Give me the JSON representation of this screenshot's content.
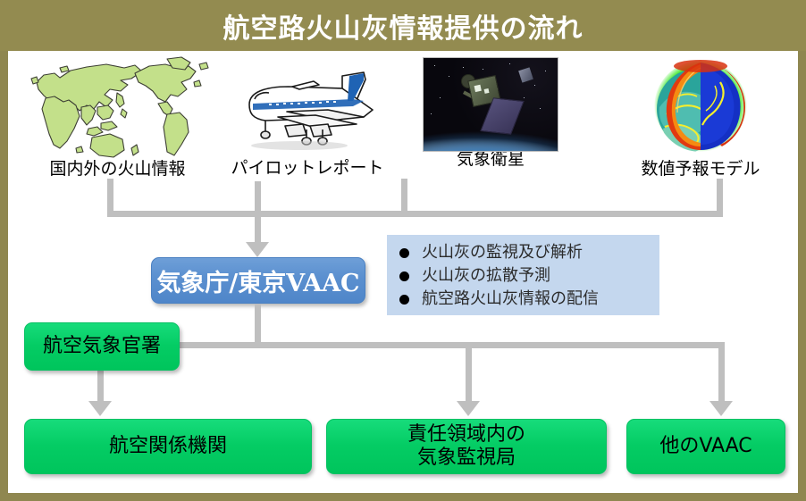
{
  "header": {
    "title": "航空路火山灰情報提供の流れ",
    "bar_color": "#938b50",
    "text_color": "#ffffff"
  },
  "theme": {
    "frame_color": "#938b50",
    "canvas_color": "#ffffff",
    "connector_color": "#bfbfbf",
    "green_box_color": "#04cc64",
    "blue_box_color": "#5a8fcf",
    "bullet_panel_color": "#c4d7ee",
    "map_land_color": "#c3e08a"
  },
  "sources": [
    {
      "id": "volcano-info",
      "label": "国内外の火山情報",
      "icon": "world-map-icon"
    },
    {
      "id": "pilot-report",
      "label": "パイロットレポート",
      "icon": "airplane-icon"
    },
    {
      "id": "weather-satellite",
      "label": "気象衛星",
      "icon": "satellite-photo-icon"
    },
    {
      "id": "numerical-model",
      "label": "数値予報モデル",
      "icon": "globe-model-icon"
    }
  ],
  "center": {
    "label": "気象庁/東京VAAC"
  },
  "tasks": {
    "items": [
      "火山灰の監視及び解析",
      "火山灰の拡散予測",
      "航空路火山灰情報の配信"
    ]
  },
  "recipients": {
    "aviation_weather_office": "航空気象官署",
    "aviation_agencies": "航空関係機関",
    "area_watch_office_line1": "責任領域内の",
    "area_watch_office_line2": "気象監視局",
    "other_vaac": "他のVAAC"
  }
}
